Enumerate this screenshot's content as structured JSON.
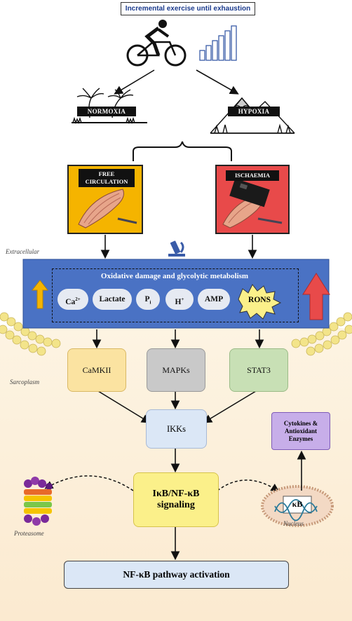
{
  "header": {
    "title": "Incremental exercise until exhaustion"
  },
  "conditions": {
    "normoxia": "NORMOXIA",
    "hypoxia": "HYPOXIA"
  },
  "panels": {
    "free_circulation_line1": "FREE",
    "free_circulation_line2": "CIRCULATION",
    "ischaemia": "ISCHAEMIA"
  },
  "regions": {
    "extracellular": "Extracellular",
    "sarcoplasm": "Sarcoplasm",
    "nucleus": "Nucleus",
    "proteasome": "Proteasome"
  },
  "oxidative": {
    "title": "Oxidative damage and glycolytic metabolism",
    "ca": "Ca",
    "ca_sup": "2+",
    "lactate": "Lactate",
    "pi": "P",
    "pi_sub": "i",
    "h": "H",
    "h_sup": "+",
    "amp": "AMP",
    "rons": "RONS"
  },
  "pathways": {
    "camkii": "CaMKII",
    "mapks": "MAPKs",
    "stat3": "STAT3",
    "ikks": "IKKs"
  },
  "signaling": {
    "line1": "IκB/NF-κB",
    "line2": "signaling"
  },
  "output": {
    "cytokines_line1": "Cytokines &",
    "cytokines_line2": "Antioxidant",
    "cytokines_line3": "Enzymes",
    "kb": "κB"
  },
  "activation": "NF-κB pathway activation",
  "colors": {
    "band": "#4a72c4",
    "free_panel": "#f5b400",
    "ischaemia_panel": "#e84a4a",
    "camkii": "#fbe3a1",
    "mapks": "#c9c9c9",
    "stat3": "#c8e0b5",
    "signaling": "#fbf08a",
    "cytokines": "#c7aee9",
    "sarcoplasm_bg": "#fdf2dd"
  },
  "icons": [
    "cyclist-icon",
    "bar-steps-icon",
    "palm-tree-icon",
    "mountain-icon",
    "muscle-icon",
    "cuff-icon",
    "microscope-icon",
    "up-arrow-icon",
    "rons-burst-icon",
    "proteasome-icon",
    "nucleus-icon"
  ]
}
